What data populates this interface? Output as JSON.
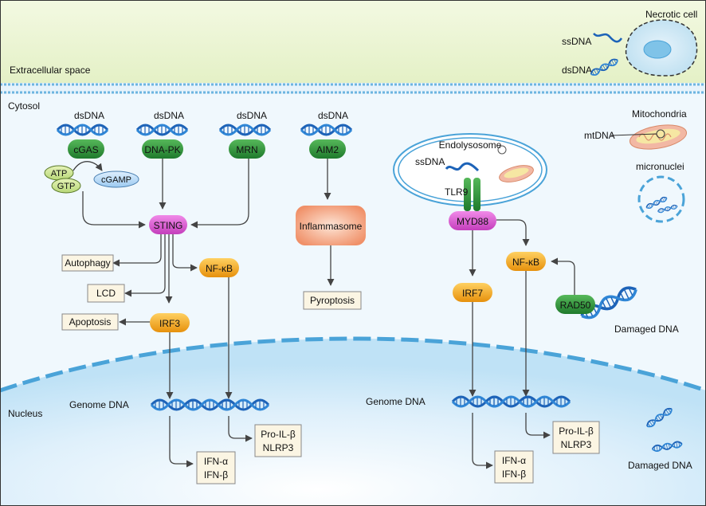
{
  "regions": {
    "extracellular": "Extracellular space",
    "cytosol": "Cytosol",
    "nucleus": "Nucleus"
  },
  "extracellular_items": {
    "necrotic_cell": "Necrotic cell",
    "ssdna": "ssDNA",
    "dsdna": "dsDNA"
  },
  "sensors": {
    "cgas": {
      "top": "dsDNA",
      "label": "cGAS"
    },
    "dnapk": {
      "top": "dsDNA",
      "label": "DNA-PK"
    },
    "mrn": {
      "top": "dsDNA",
      "label": "MRN"
    },
    "aim2": {
      "top": "dsDNA",
      "label": "AIM2"
    }
  },
  "molecules": {
    "atp": "ATP",
    "gtp": "GTP",
    "cgamp": "cGAMP",
    "sting": "STING",
    "nfkb_left": "NF-κB",
    "irf3": "IRF3",
    "inflammasome": "Inflammasome",
    "myd88": "MYD88",
    "tlr9": "TLR9",
    "irf7": "IRF7",
    "nfkb_right": "NF-κB",
    "rad50": "RAD50"
  },
  "outcomes": {
    "autophagy": "Autophagy",
    "lcd": "LCD",
    "apoptosis": "Apoptosis",
    "pyroptosis": "Pyroptosis"
  },
  "endolysosome": {
    "title": "Endolysosome",
    "ssdna": "ssDNA"
  },
  "right_items": {
    "mitochondria": "Mitochondria",
    "mtdna": "mtDNA",
    "micronuclei": "micronuclei",
    "damaged_dna_mid": "Damaged DNA",
    "damaged_dna_nucleus": "Damaged DNA"
  },
  "nucleus_left": {
    "genome": "Genome DNA",
    "ifn_a": "IFN-α",
    "ifn_b": "IFN-β",
    "pro_il": "Pro-IL-β",
    "nlrp3": "NLRP3"
  },
  "nucleus_right": {
    "genome": "Genome DNA",
    "ifn_a": "IFN-α",
    "ifn_b": "IFN-β",
    "pro_il": "Pro-IL-β",
    "nlrp3": "NLRP3"
  },
  "colors": {
    "green_node": "#2f8f3b",
    "sting": "#d94fd3",
    "orange_node": "#f0a21a",
    "dna_blue": "#1d63b8",
    "outcome_box": "#fbf5e3",
    "membrane": "#4aa3d8"
  }
}
